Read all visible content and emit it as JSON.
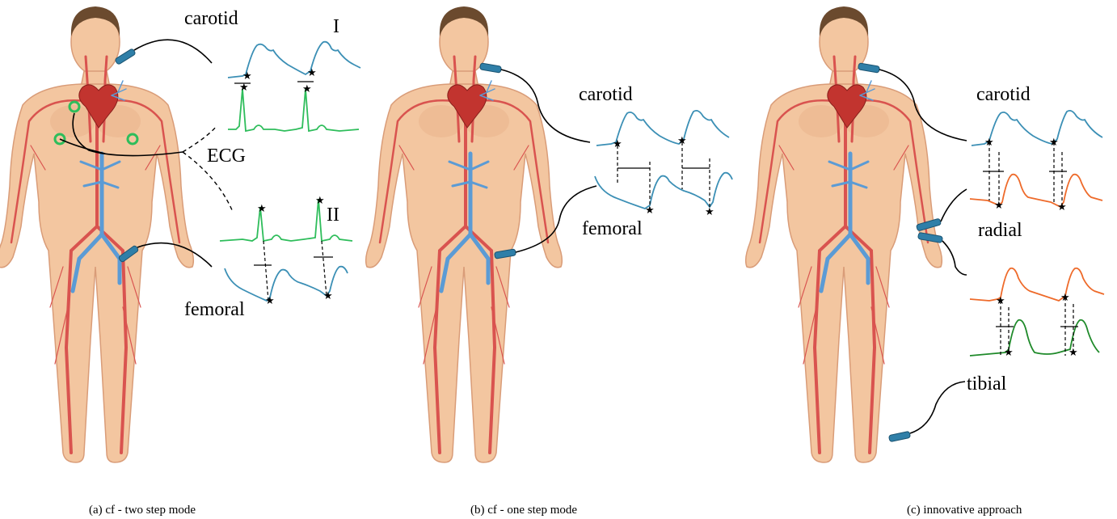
{
  "panels": [
    {
      "caption": "(a) cf - two step mode",
      "labels": {
        "carotid": "carotid",
        "ecg": "ECG",
        "femoral": "femoral",
        "mark_1": "I",
        "mark_2": "II"
      }
    },
    {
      "caption": "(b) cf - one step mode",
      "labels": {
        "carotid": "carotid",
        "femoral": "femoral"
      }
    },
    {
      "caption": "(c) innovative approach",
      "labels": {
        "carotid": "carotid",
        "radial": "radial",
        "tibial": "tibial"
      }
    }
  ],
  "colors": {
    "carotid_wave": "#3b8fb5",
    "femoral_wave": "#3b8fb5",
    "ecg_wave": "#2ebd5b",
    "radial_wave": "#ee6a2a",
    "tibial_wave": "#1f8a2a",
    "artery": "#d9534f",
    "vein": "#5b9bd5",
    "skin": "#f3c6a0"
  },
  "marker_symbol": "★"
}
